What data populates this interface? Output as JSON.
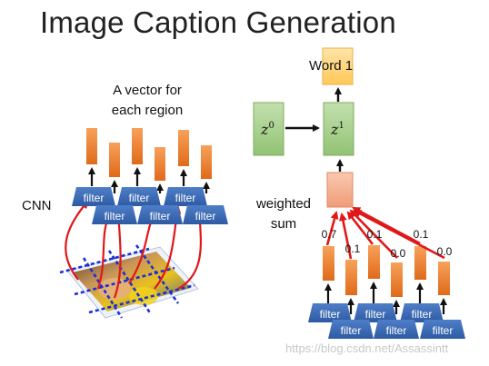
{
  "title": "Image Caption Generation",
  "labels": {
    "vector_line1": "A vector for",
    "vector_line2": "each region",
    "cnn": "CNN",
    "weighted_line1": "weighted",
    "weighted_line2": "sum",
    "word": "Word 1",
    "filter": "filter"
  },
  "z0": {
    "base": "z",
    "sup": "0"
  },
  "z1": {
    "base": "z",
    "sup": "1"
  },
  "weights": [
    "0.7",
    "0.1",
    "0.1",
    "0.0",
    "0.1",
    "0.0"
  ],
  "watermark": "https://blog.csdn.net/Assassintt",
  "colors": {
    "filter": "#3d6bb5",
    "vector_top": "#f7a15a",
    "vector_bottom": "#e06a1a",
    "attention_arrow": "#e01818",
    "state_box": "#a9d18e",
    "word_box": "#ffd98a",
    "weighted_box": "#f4b89a"
  }
}
